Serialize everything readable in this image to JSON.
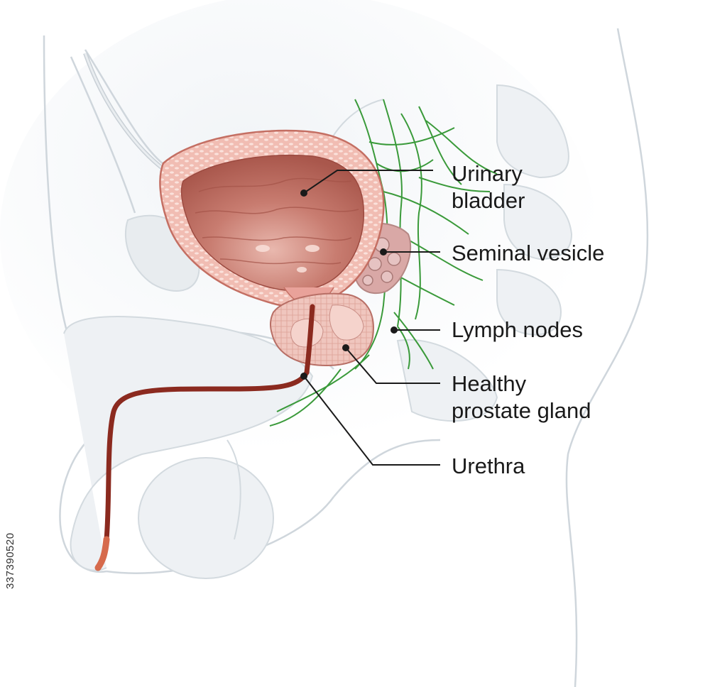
{
  "labels": {
    "urinary_bladder": "Urinary\nbladder",
    "seminal_vesicle": "Seminal vesicle",
    "lymph_nodes": "Lymph nodes",
    "prostate": "Healthy\nprostate gland",
    "urethra": "Urethra"
  },
  "stock_id": "337390520",
  "colors": {
    "bladder_wall": "#e9a29a",
    "bladder_inner": "#c0695e",
    "urethra": "#8b2a1f",
    "lymph": "#3a9a3a",
    "body_outline": "#cfd6dc"
  }
}
